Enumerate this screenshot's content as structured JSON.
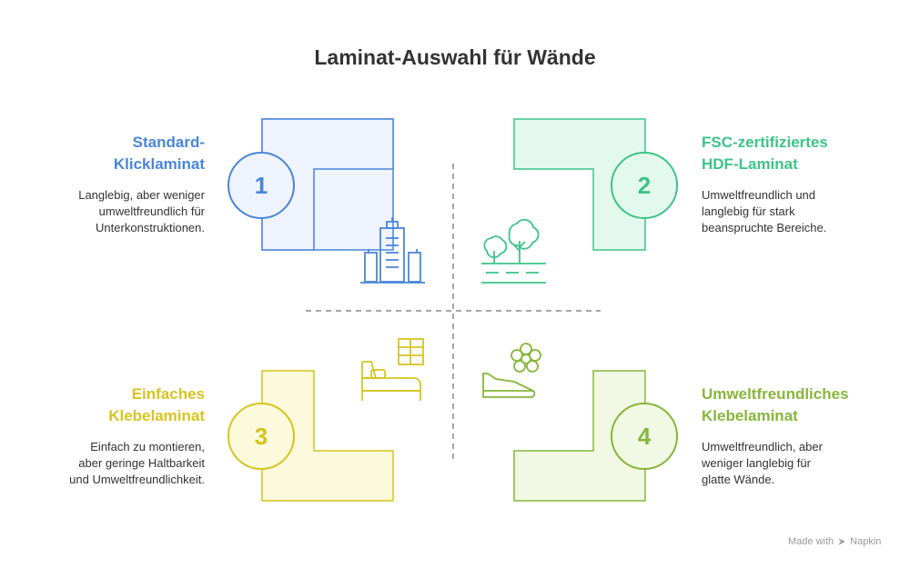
{
  "title": "Laminat-Auswahl für Wände",
  "colors": {
    "blue": "#4a86d8",
    "blue_fill": "#eef3fd",
    "green": "#3ec388",
    "green_fill": "#e4f9ee",
    "yellow": "#d6c41f",
    "yellow_fill": "#fdf9dc",
    "olive": "#86b63a",
    "olive_fill": "#f1f9e4",
    "divider": "#888888"
  },
  "quadrants": [
    {
      "number": "1",
      "heading": [
        "Standard-",
        "Klicklaminat"
      ],
      "description": [
        "Langlebig, aber weniger",
        "umweltfreundlich für",
        "Unterkonstruktionen."
      ],
      "icon": "office-building-icon"
    },
    {
      "number": "2",
      "heading": [
        "FSC-zertifiziertes",
        "HDF-Laminat"
      ],
      "description": [
        "Umweltfreundlich und",
        "langlebig für stark",
        "beanspruchte Bereiche."
      ],
      "icon": "trees-icon"
    },
    {
      "number": "3",
      "heading": [
        "Einfaches",
        "Klebelaminat"
      ],
      "description": [
        "Einfach zu montieren,",
        "aber geringe Haltbarkeit",
        "und Umweltfreundlichkeit."
      ],
      "icon": "bed-window-icon"
    },
    {
      "number": "4",
      "heading": [
        "Umweltfreundliches",
        "Klebelaminat"
      ],
      "description": [
        "Umweltfreundlich, aber",
        "weniger langlebig für",
        "glatte Wände."
      ],
      "icon": "flower-shoe-icon"
    }
  ],
  "footer": {
    "made_with": "Made with",
    "brand": "Napkin"
  }
}
